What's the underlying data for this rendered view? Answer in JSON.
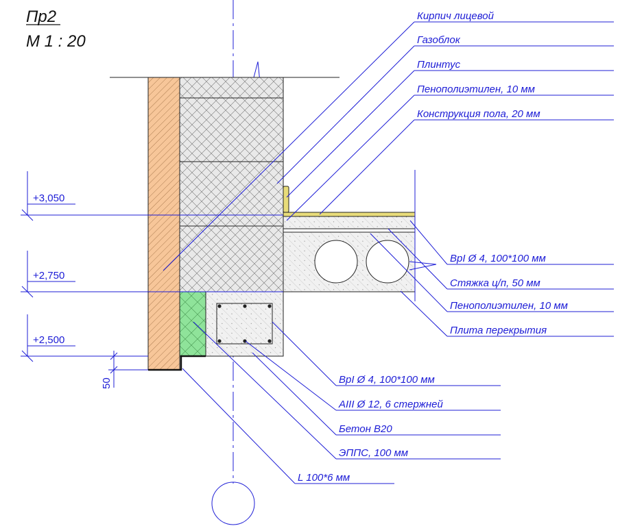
{
  "title": {
    "section": "Пр2",
    "scale": "М 1 : 20"
  },
  "levels": [
    "+3,050",
    "+2,750",
    "+2,500"
  ],
  "dimension": "50",
  "callouts_right_top": [
    "Кирпич лицевой",
    "Газоблок",
    "Плинтус",
    "Пенополиэтилен, 10 мм",
    "Конструкция пола, 20 мм"
  ],
  "callouts_right_mid": [
    "BpI Ø 4, 100*100 мм",
    "Стяжка ц/п, 50 мм",
    "Пенополиэтилен, 10 мм",
    "Плита перекрытия"
  ],
  "callouts_bottom": [
    "BpI Ø 4, 100*100 мм",
    "AIII Ø 12, 6 стержней",
    "Бетон В20",
    "ЭППС, 100 мм",
    "L 100*6 мм"
  ],
  "colors": {
    "line": "#1c1cd6",
    "brick": "#f7c699",
    "insulation": "#8fe39a",
    "plinth": "#e8dc7a"
  }
}
